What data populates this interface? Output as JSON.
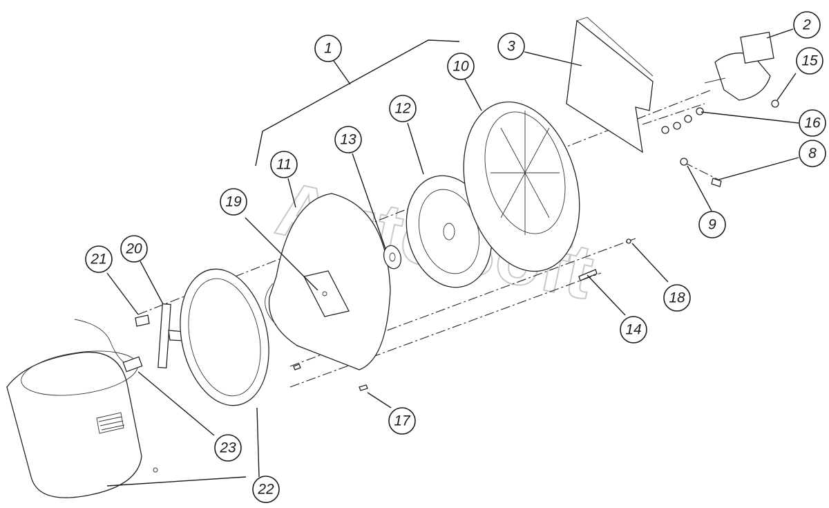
{
  "watermark": "AutoSoft",
  "callouts": [
    {
      "id": "c1",
      "label": "1"
    },
    {
      "id": "c2",
      "label": "2"
    },
    {
      "id": "c3",
      "label": "3"
    },
    {
      "id": "c8",
      "label": "8"
    },
    {
      "id": "c9",
      "label": "9"
    },
    {
      "id": "c10",
      "label": "10"
    },
    {
      "id": "c11",
      "label": "11"
    },
    {
      "id": "c12",
      "label": "12"
    },
    {
      "id": "c13",
      "label": "13"
    },
    {
      "id": "c14",
      "label": "14"
    },
    {
      "id": "c15",
      "label": "15"
    },
    {
      "id": "c16",
      "label": "16"
    },
    {
      "id": "c17",
      "label": "17"
    },
    {
      "id": "c18",
      "label": "18"
    },
    {
      "id": "c19",
      "label": "19"
    },
    {
      "id": "c20",
      "label": "20"
    },
    {
      "id": "c21",
      "label": "21"
    },
    {
      "id": "c22",
      "label": "22"
    },
    {
      "id": "c23",
      "label": "23"
    }
  ]
}
